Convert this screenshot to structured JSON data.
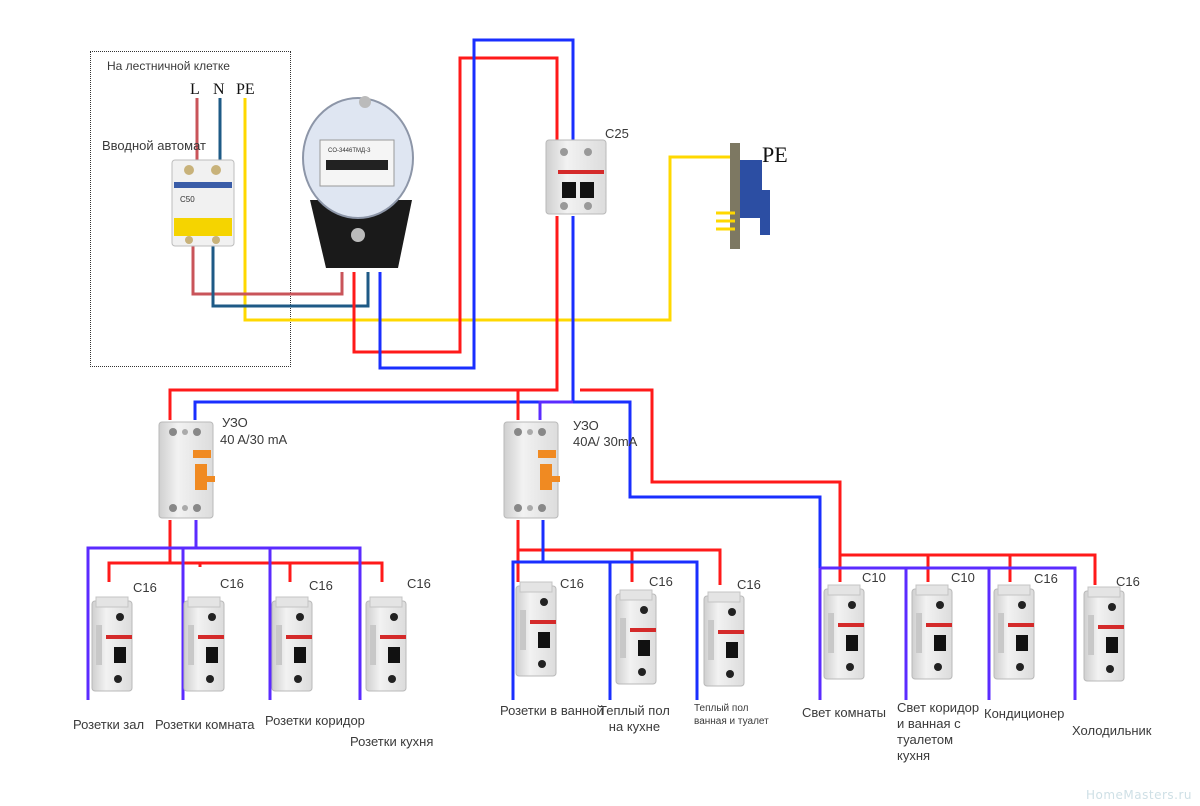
{
  "stairwell": {
    "title": "На лестничной клетке",
    "phase_labels": [
      "L",
      "N",
      "PE"
    ],
    "main_breaker_label": "Вводной автомат",
    "main_breaker_rating": "C50"
  },
  "meter": {
    "model": "CO-3446ТМД-3"
  },
  "main_switch": {
    "label": "C25"
  },
  "pe_bus": {
    "label": "PE"
  },
  "rcd": [
    {
      "title": "УЗО",
      "rating": "40 A/30 mA"
    },
    {
      "title": "УЗО",
      "rating": "40A/ 30mA"
    }
  ],
  "groups": [
    {
      "breakers": [
        {
          "rating": "C16",
          "label": "Розетки зал"
        },
        {
          "rating": "C16",
          "label": "Розетки комната"
        },
        {
          "rating": "C16",
          "label": "Розетки коридор"
        },
        {
          "rating": "C16",
          "label": "Розетки кухня"
        }
      ]
    },
    {
      "breakers": [
        {
          "rating": "C16",
          "label": "Розетки в ванной"
        },
        {
          "rating": "C16",
          "label": "Теплый пол\nна кухне"
        },
        {
          "rating": "C16",
          "label": "Теплый пол\nванная и туалет"
        }
      ]
    },
    {
      "breakers": [
        {
          "rating": "C10",
          "label": "Свет комнаты"
        },
        {
          "rating": "C10",
          "label": "Свет коридор\nи ванная с\nтуалетом\n кухня"
        },
        {
          "rating": "C16",
          "label": "Кондиционер"
        },
        {
          "rating": "C16",
          "label": "Холодильник"
        }
      ]
    }
  ],
  "colors": {
    "phase": "#ff1a1a",
    "neutral": "#1a2fff",
    "pe": "#ffd800",
    "phase_dim": "#c9545a",
    "neutral_dim": "#1e5a86",
    "neutral_branch": "#5b2bff",
    "breaker_body": "#e9e9e9"
  },
  "watermark": "HomeMasters.ru"
}
